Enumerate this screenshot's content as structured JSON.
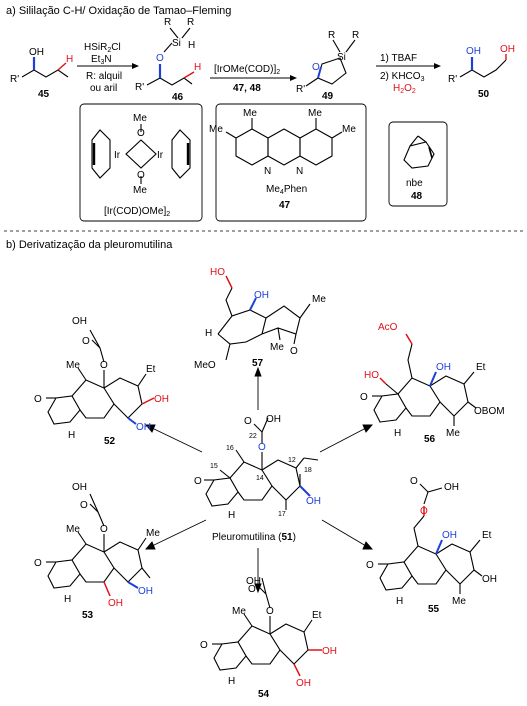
{
  "section_a": {
    "title": "a) Sililação C-H/ Oxidação de Tamao–Fleming",
    "scheme": {
      "sm_label": "45",
      "sm_oh": "OH",
      "sm_r": "R'",
      "sm_h": "H",
      "reagent1_line1": "HSiR",
      "reagent1_line1_sub": "2",
      "reagent1_line1_tail": "Cl",
      "reagent1_line2": "Et",
      "reagent1_line2_sub": "3",
      "reagent1_line2_tail": "N",
      "reagent1_note1": "R: alquil",
      "reagent1_note2": "ou aril",
      "int1_label": "46",
      "int1_r1": "R",
      "int1_r2": "R",
      "int1_si": "Si",
      "int1_h": "H",
      "int1_o": "O",
      "int1_rp": "R'",
      "int1_hred": "H",
      "reagent2_line1": "[IrOMe(COD)]",
      "reagent2_line1_sub": "2",
      "reagent2_line2": "47, 48",
      "int2_label": "49",
      "int2_r1": "R",
      "int2_r2": "R",
      "int2_si": "Si",
      "int2_o": "O",
      "int2_rp": "R'",
      "reagent3_line1": "1) TBAF",
      "reagent3_line2": "2) KHCO",
      "reagent3_line2_sub": "3",
      "reagent3_line3": "H",
      "reagent3_line3_sub": "2",
      "reagent3_line3_tail": "O",
      "reagent3_line3_sub2": "2",
      "product_label": "50",
      "product_oh1": "OH",
      "product_oh2": "OH",
      "product_rp": "R'"
    },
    "box_ir": {
      "o1": "O",
      "o2": "O",
      "me1": "Me",
      "me2": "Me",
      "ir1": "Ir",
      "ir2": "Ir",
      "caption": "[Ir(COD)OMe]",
      "caption_sub": "2"
    },
    "box_phen": {
      "me": [
        "Me",
        "Me",
        "Me",
        "Me"
      ],
      "n1": "N",
      "n2": "N",
      "caption": "Me",
      "caption_sub": "4",
      "caption_tail": "Phen",
      "label": "47"
    },
    "box_nbe": {
      "caption": "nbe",
      "label": "48"
    }
  },
  "section_b": {
    "title": "b) Derivatização da pleuromutilina",
    "center": {
      "name": "Pleuromutilina (",
      "label": "51",
      "name_tail": ")",
      "oh_top": "OH",
      "o_ester": "O",
      "o_carbonyl": "O",
      "o_ring": "O",
      "oh_bottom": "OH",
      "h": "H",
      "n22": "22",
      "n16": "16",
      "n15": "15",
      "n14": "14",
      "n12": "12",
      "n18": "18",
      "n17": "17"
    },
    "c57": {
      "label": "57",
      "ho": "HO",
      "oh": "OH",
      "me1": "Me",
      "me2": "Me",
      "h": "H",
      "o": "O",
      "meo": "MeO"
    },
    "c52": {
      "label": "52",
      "oh_top": "OH",
      "o1": "O",
      "o2": "O",
      "me": "Me",
      "et": "Et",
      "oh_red": "OH",
      "oh_blue": "OH",
      "o_ring": "O",
      "h": "H"
    },
    "c56": {
      "label": "56",
      "aco": "AcO",
      "ho": "HO",
      "oh": "OH",
      "et": "Et",
      "o": "O",
      "me": "Me",
      "obom": "OBOM",
      "h": "H"
    },
    "c53": {
      "label": "53",
      "oh": "OH",
      "o1": "O",
      "o2": "O",
      "me1": "Me",
      "me2": "Me",
      "o_ring": "O",
      "h": "H",
      "oh_blue": "OH",
      "oh_red": "OH"
    },
    "c55": {
      "label": "55",
      "oh": "OH",
      "o1": "O",
      "o2": "O",
      "oh_blue": "OH",
      "et": "Et",
      "o_ring": "O",
      "me": "Me",
      "oh2": "OH",
      "h": "H"
    },
    "c54": {
      "label": "54",
      "oh": "OH",
      "o1": "O",
      "o2": "O",
      "me": "Me",
      "et": "Et",
      "o_ring": "O",
      "h": "H",
      "oh_red1": "OH",
      "oh_red2": "OH"
    }
  },
  "colors": {
    "blue": "#1f3fd9",
    "red": "#e0101a",
    "black": "#000000"
  }
}
